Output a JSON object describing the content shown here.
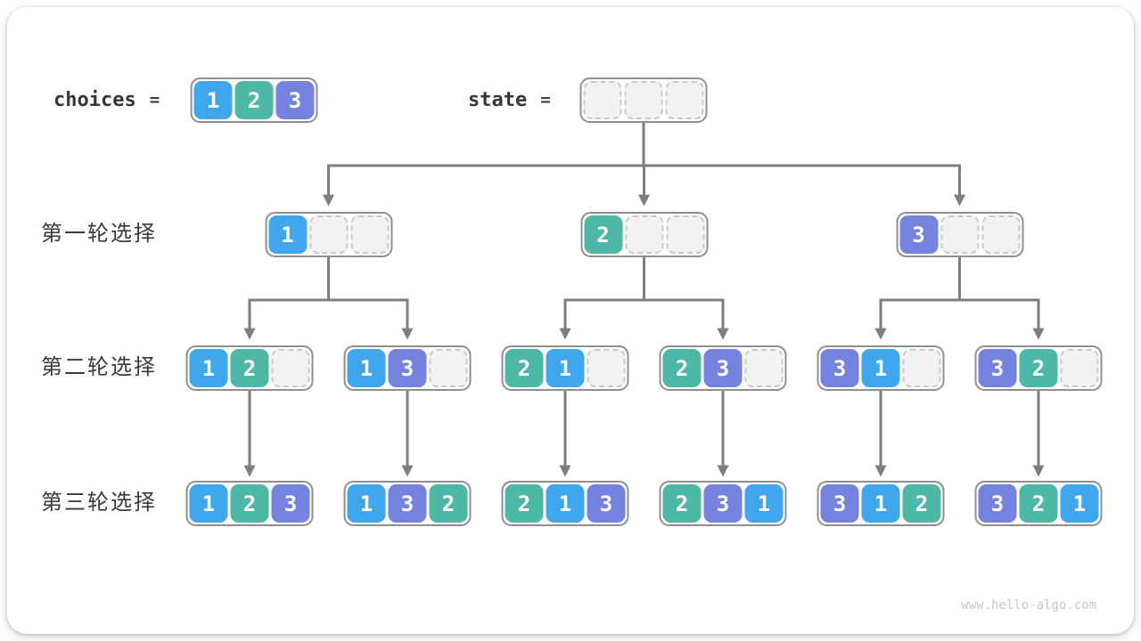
{
  "page": {
    "watermark": "www.hello-algo.com"
  },
  "colors": {
    "1": "#40a7ec",
    "2": "#4eb8a6",
    "3": "#7583de",
    "arrow": "#7e7e7e",
    "node_border": "#8d8f92",
    "empty_cell_bg": "#f1f2f3",
    "empty_cell_border": "#c9c9c9"
  },
  "header": {
    "choices": {
      "label": "choices",
      "eq": "=",
      "cells": [
        1,
        2,
        3
      ]
    },
    "state": {
      "label": "state",
      "eq": "=",
      "cells": [
        null,
        null,
        null
      ]
    }
  },
  "rows": [
    {
      "label": "第一轮选择",
      "nodes": [
        [
          1,
          null,
          null
        ],
        [
          2,
          null,
          null
        ],
        [
          3,
          null,
          null
        ]
      ]
    },
    {
      "label": "第二轮选择",
      "nodes": [
        [
          1,
          2,
          null
        ],
        [
          1,
          3,
          null
        ],
        [
          2,
          1,
          null
        ],
        [
          2,
          3,
          null
        ],
        [
          3,
          1,
          null
        ],
        [
          3,
          2,
          null
        ]
      ]
    },
    {
      "label": "第三轮选择",
      "nodes": [
        [
          1,
          2,
          3
        ],
        [
          1,
          3,
          2
        ],
        [
          2,
          1,
          3
        ],
        [
          2,
          3,
          1
        ],
        [
          3,
          1,
          2
        ],
        [
          3,
          2,
          1
        ]
      ]
    }
  ]
}
